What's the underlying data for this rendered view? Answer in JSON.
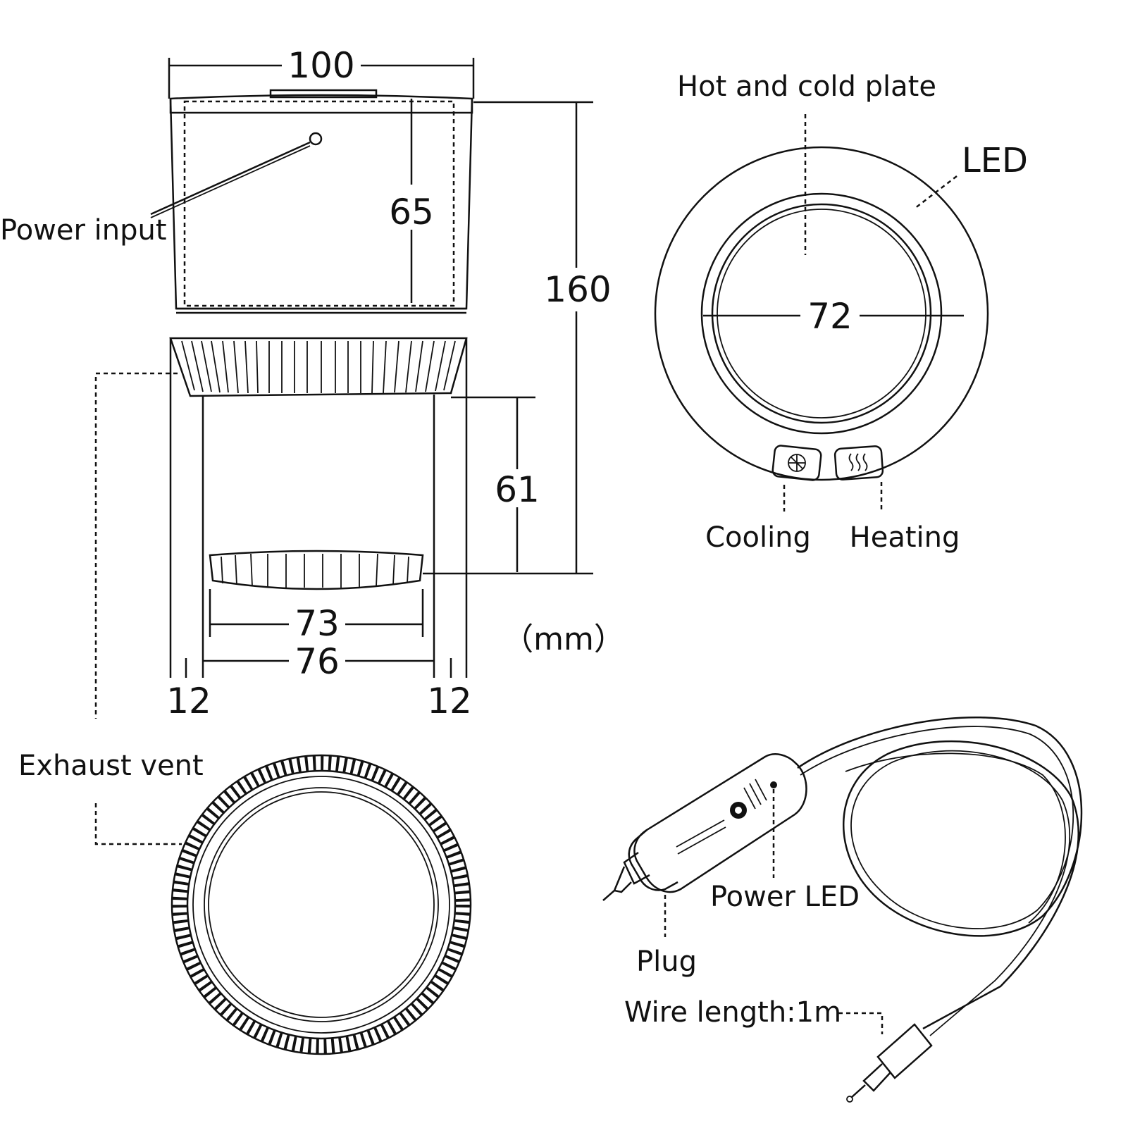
{
  "dimensions": {
    "top_width": "100",
    "height_total": "160",
    "height_upper": "65",
    "height_lower": "61",
    "inner_bottom": "73",
    "outer_bottom": "76",
    "side_left": "12",
    "side_right": "12",
    "plate_diameter": "72",
    "unit": "（mm）"
  },
  "labels": {
    "power_input": "Power input",
    "exhaust_vent": "Exhaust vent",
    "hot_cold_plate": "Hot and cold plate",
    "led": "LED",
    "cooling": "Cooling",
    "heating": "Heating",
    "power_led": "Power LED",
    "plug": "Plug",
    "wire_length": "Wire length:1m"
  },
  "icons": {
    "cooling_button": "snowflake-fan-icon",
    "heating_button": "heat-waves-icon"
  }
}
